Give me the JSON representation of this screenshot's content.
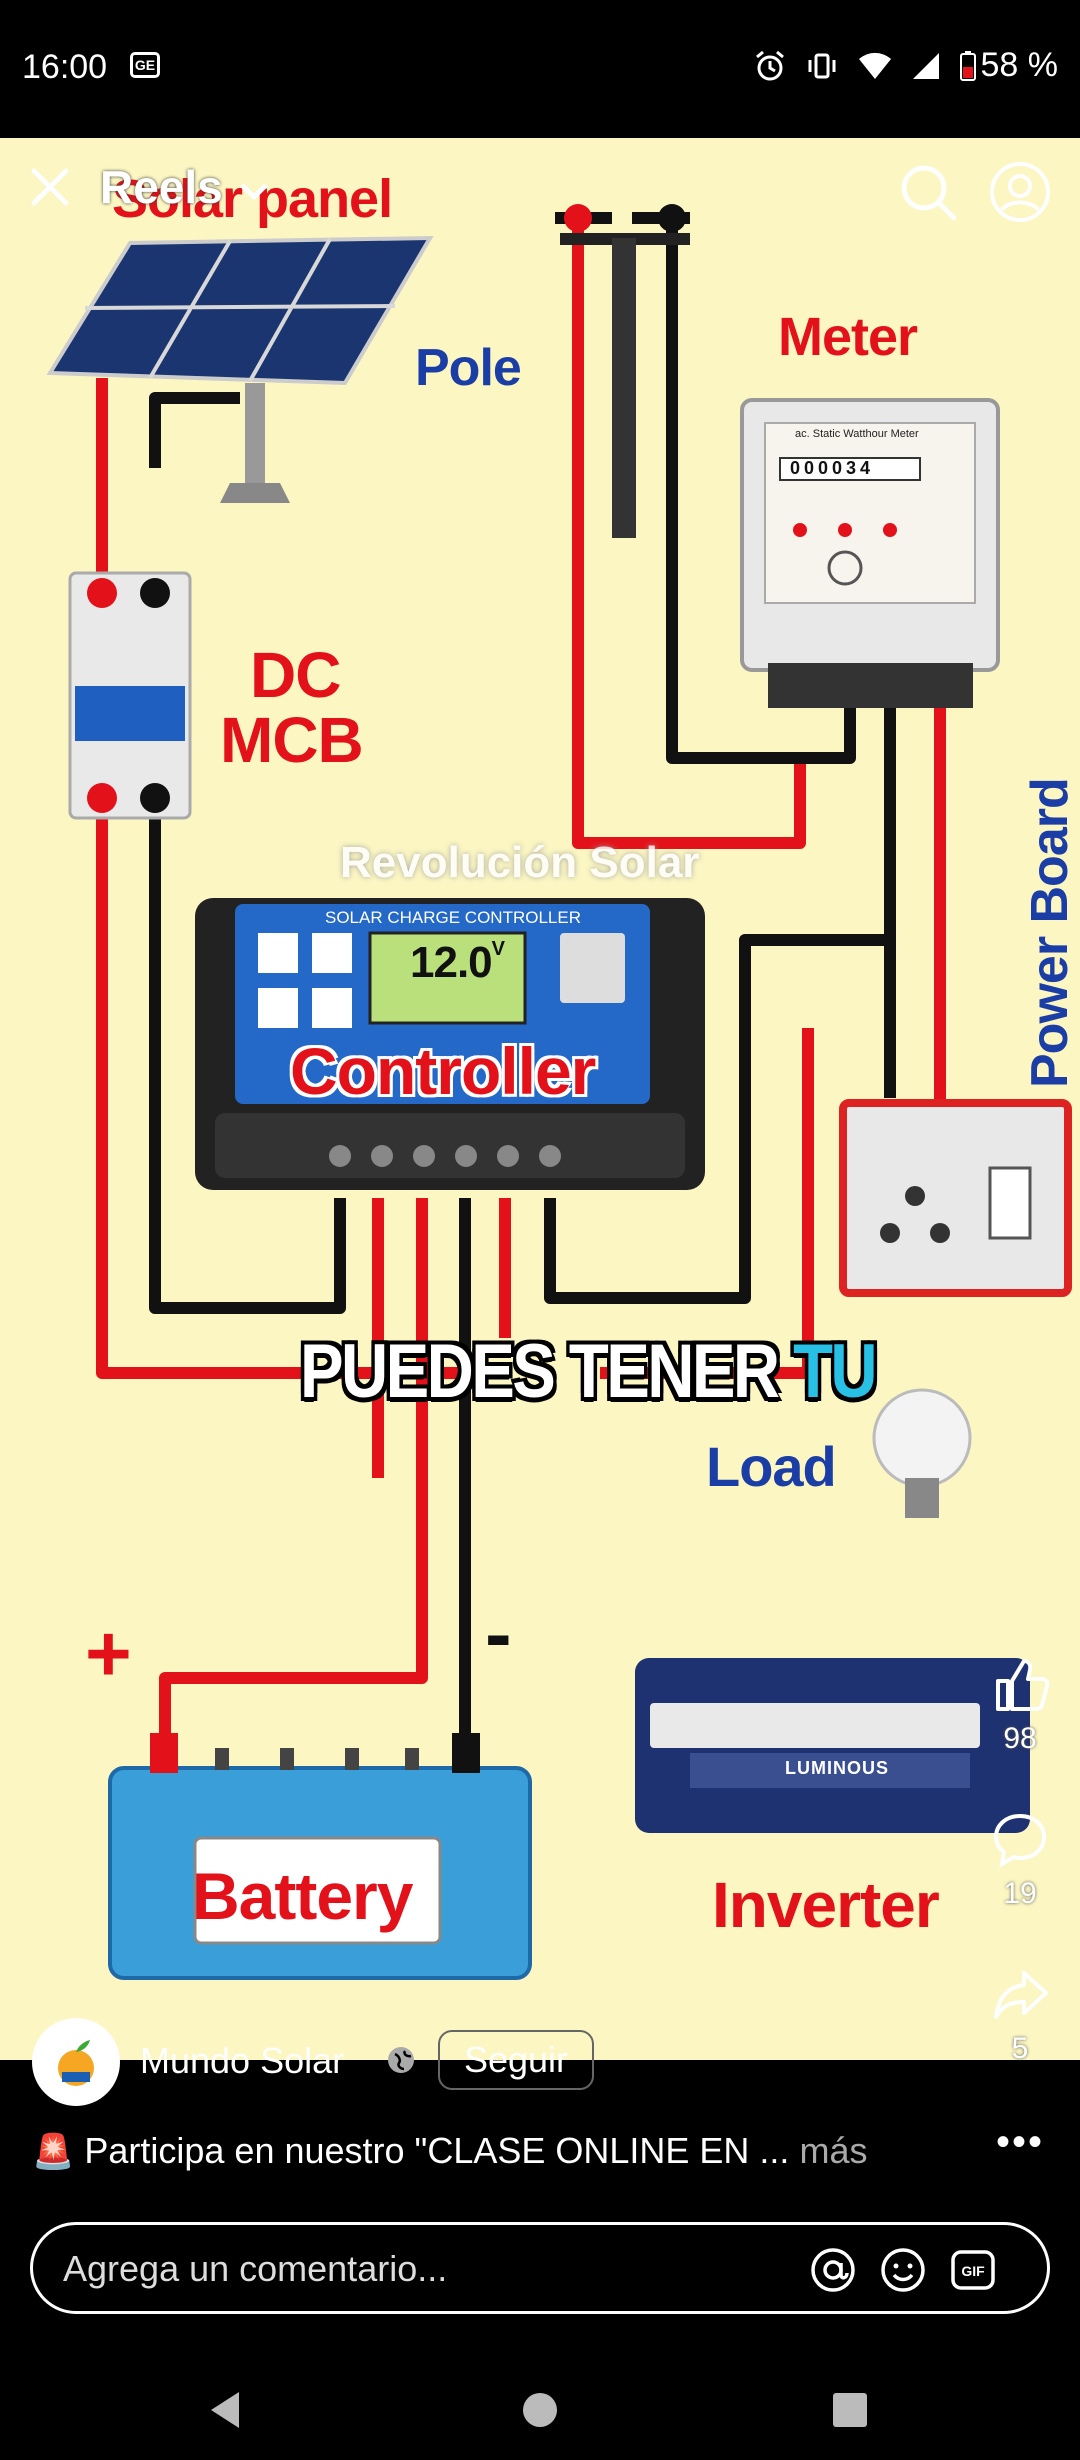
{
  "status_bar": {
    "time": "16:00",
    "carrier_badge": "GE",
    "battery": "58 %"
  },
  "reel_header": {
    "title": "Reels"
  },
  "diagram": {
    "labels": {
      "solar_panel": "Solar panel",
      "pole": "Pole",
      "meter": "Meter",
      "dc_mcb_1": "DC",
      "dc_mcb_2": "MCB",
      "controller": "Controller",
      "power_board": "Power Board",
      "load": "Load",
      "battery": "Battery",
      "inverter": "Inverter",
      "plus": "+",
      "minus": "-"
    },
    "controller_header": "SOLAR CHARGE CONTROLLER",
    "controller_display": "12.0",
    "controller_display_unit": "V",
    "meter_header": "ac. Static Watthour Meter",
    "meter_reading": "000034",
    "inverter_brand": "LUMINOUS",
    "watermark": "Revolución Solar",
    "caption_main": "PUEDES TENER ",
    "caption_accent": "TU",
    "colors": {
      "wire_red": "#e3121a",
      "wire_black": "#111111",
      "background": "#fbf6c2",
      "label_blue": "#1a3ea6"
    }
  },
  "actions": {
    "likes": "98",
    "comments": "19",
    "shares": "5"
  },
  "post": {
    "author": "Mundo Solar",
    "follow_label": "Seguir",
    "description": "Participa en nuestro \"CLASE ONLINE EN ...",
    "more_label": "más"
  },
  "comment": {
    "placeholder": "Agrega un comentario..."
  }
}
